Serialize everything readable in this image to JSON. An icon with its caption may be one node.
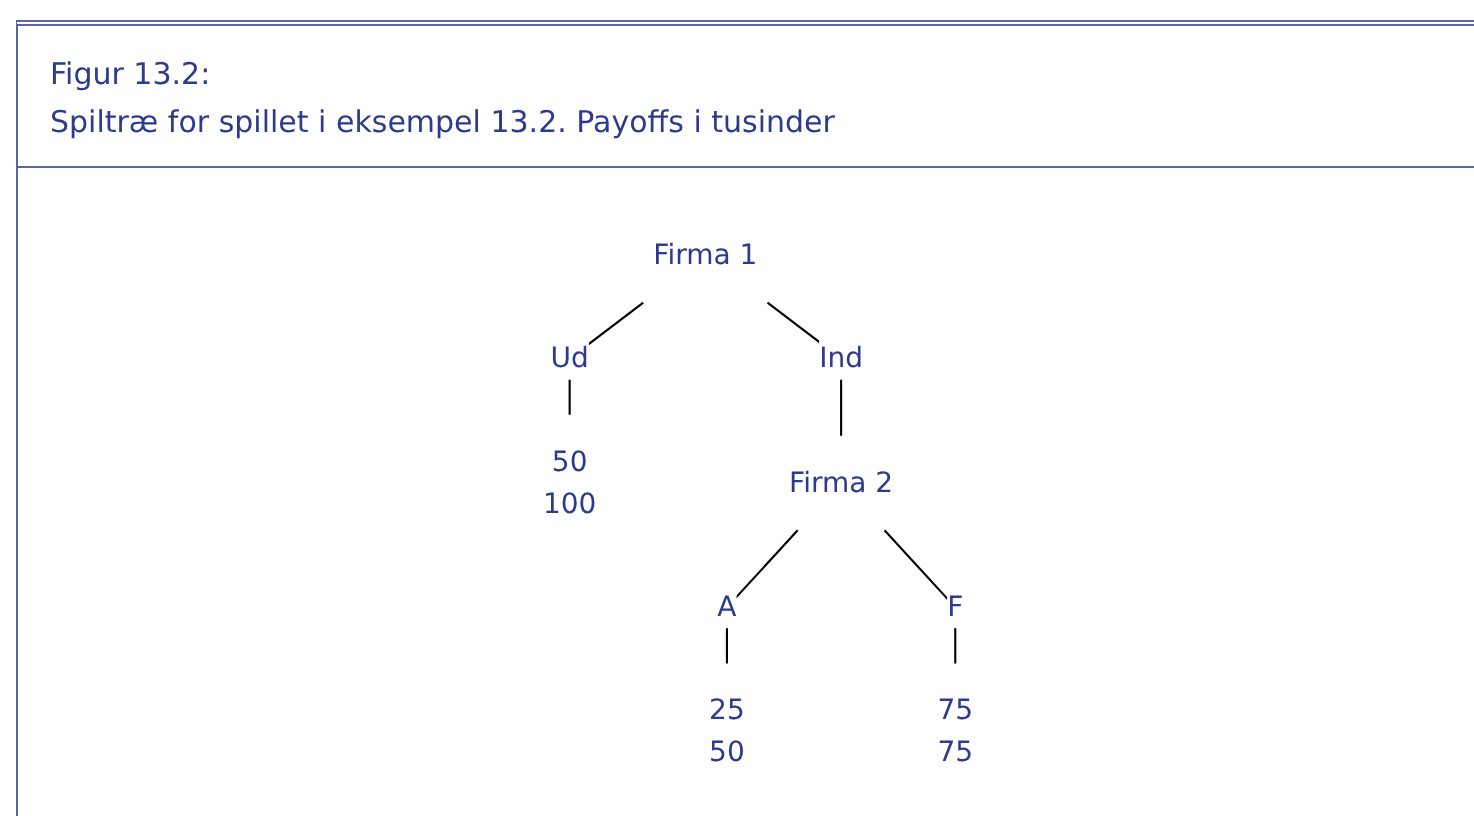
{
  "diagram": {
    "title": "Figur 13.2:",
    "caption": "Spiltræ for spillet i eksempel 13.2. Payoffs i tusinder",
    "nodes": [
      {
        "text": [
          "Firma 1"
        ]
      },
      {
        "text": [
          "Firma 2"
        ]
      },
      {
        "text": [
          "50",
          "100"
        ]
      },
      {
        "text": [
          "25",
          "50"
        ]
      },
      {
        "text": [
          "75",
          "75"
        ]
      }
    ],
    "edges": [
      {
        "from": 0,
        "to": 2,
        "arrow": "none",
        "label": "Ud"
      },
      {
        "from": 0,
        "to": 1,
        "arrow": "none",
        "label": "Ind"
      },
      {
        "from": 1,
        "to": 3,
        "arrow": "none",
        "label": "A"
      },
      {
        "from": 1,
        "to": 4,
        "arrow": "none",
        "label": "F"
      }
    ]
  }
}
